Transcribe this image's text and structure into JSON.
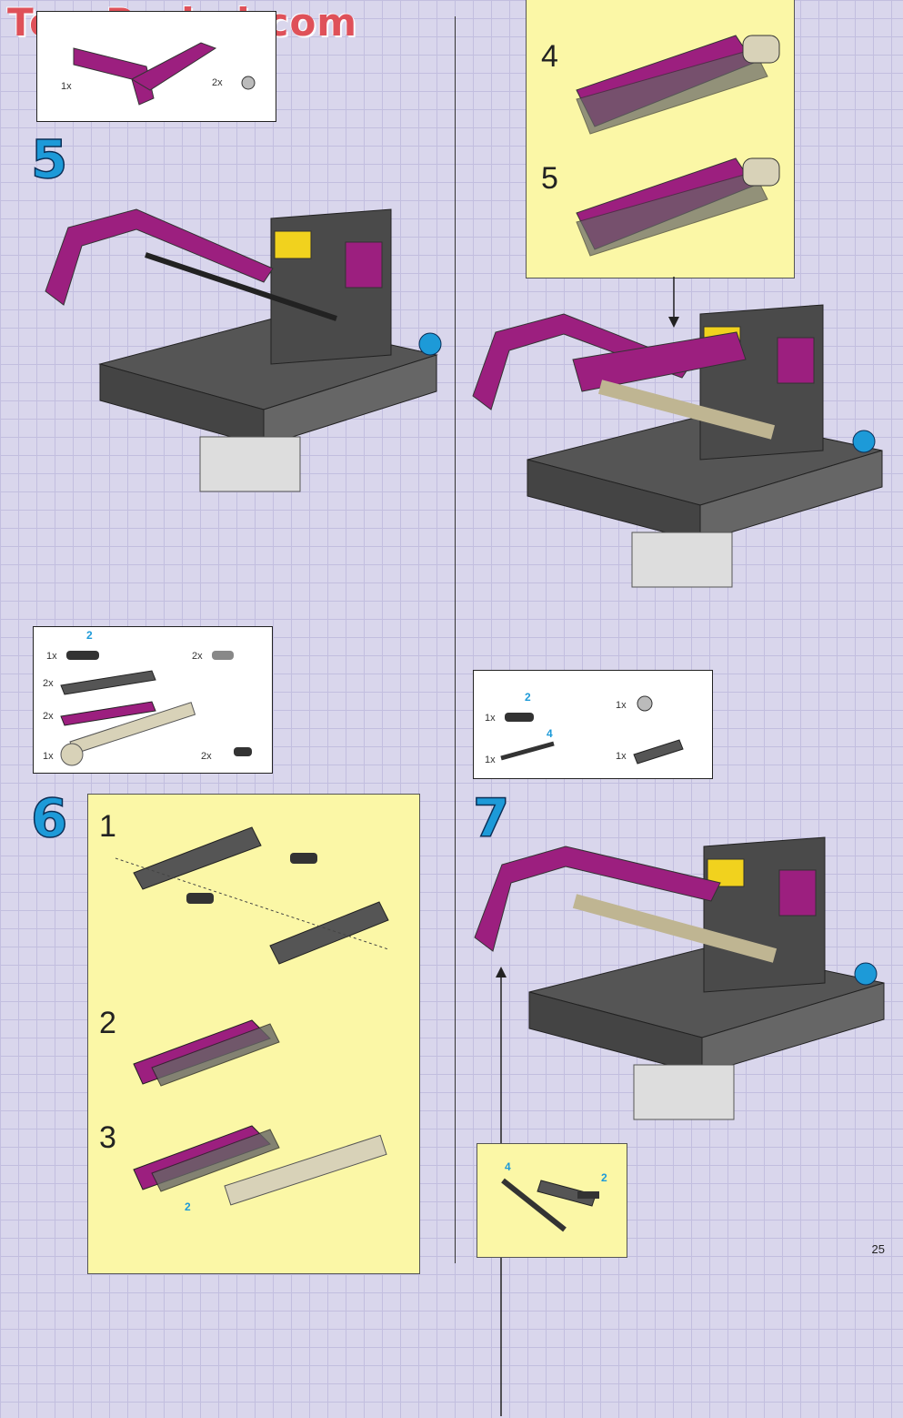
{
  "watermark": "ToysPeriod.com",
  "page_number": "25",
  "top_parts": {
    "q1": "1x",
    "q2": "2x"
  },
  "step5": {
    "number": "5"
  },
  "sub_right": {
    "n4": "4",
    "n5": "5"
  },
  "parts6": {
    "blue_count": "2",
    "q_pin": "1x",
    "q_dark_beam": "2x",
    "q_purple_beam": "2x",
    "q_shock": "1x",
    "q_right_top": "2x",
    "q_right_bottom": "2x"
  },
  "parts7": {
    "blue_2": "2",
    "blue_4": "4",
    "q_pin": "1x",
    "q_axle": "1x",
    "q_bush": "1x",
    "q_liftarm": "1x"
  },
  "step6": {
    "number": "6",
    "s1": "1",
    "s2": "2",
    "s3": "3",
    "blue": "2"
  },
  "step7": {
    "number": "7",
    "blue_4": "4",
    "blue_2": "2"
  },
  "colors": {
    "purple": "#9c1f7f",
    "blue": "#1d9ad8",
    "yellow_panel": "#fbf7a6",
    "dark_gray": "#555555"
  }
}
